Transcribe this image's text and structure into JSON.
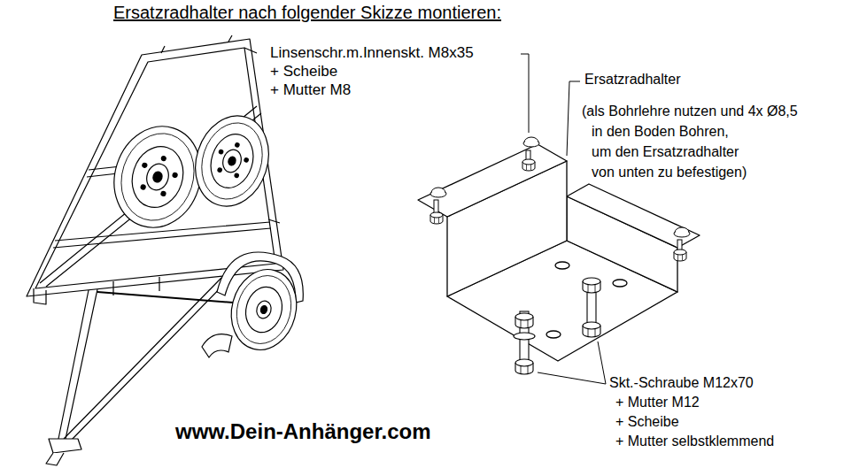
{
  "diagram": {
    "title": "Ersatzradhalter nach folgender Skizze montieren:",
    "labels": [
      "Linsenschr.m.Innenskt. M8x35",
      "+ Scheibe",
      "+ Mutter M8",
      "Ersatzradhalter",
      "(als Bohrlehre nutzen und 4x Ø8,5",
      "in den Boden Bohren,",
      "um den Ersatzradhalter",
      "von unten zu befestigen)",
      "Skt.-Schraube M12x70",
      "+ Mutter M12",
      "+ Scheibe",
      "+ Mutter selbstklemmend",
      "www.Dein-Anhänger.com"
    ]
  }
}
